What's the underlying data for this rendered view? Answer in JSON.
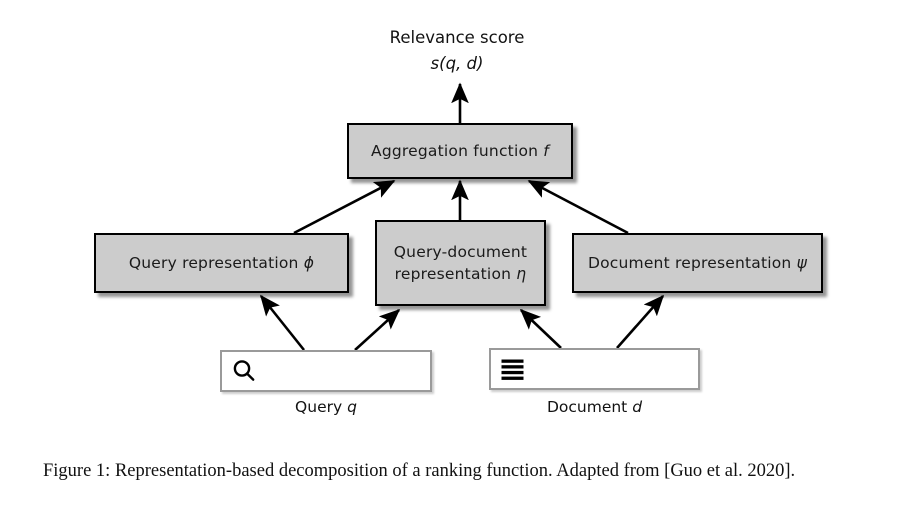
{
  "figure": {
    "caption_label": "Figure 1:",
    "caption_text": "Representation-based decomposition of a ranking function. Adapted from [Guo et al. 2020]."
  },
  "diagram": {
    "type": "flowchart",
    "output": {
      "title": "Relevance score",
      "formula": "s(q, d)"
    },
    "nodes": [
      {
        "id": "aggregation",
        "label": "Aggregation function f",
        "fill": "#cccccc",
        "border": "#000000"
      },
      {
        "id": "query_representation",
        "label": "Query representation ϕ",
        "fill": "#cccccc",
        "border": "#000000"
      },
      {
        "id": "query_document_representation",
        "line1": "Query-document",
        "line2": "representation η",
        "fill": "#cccccc",
        "border": "#000000"
      },
      {
        "id": "document_representation",
        "label": "Document representation ψ",
        "fill": "#cccccc",
        "border": "#000000"
      }
    ],
    "inputs": [
      {
        "id": "query",
        "icon": "search-icon",
        "label": "Query q",
        "fill": "#ffffff",
        "border": "#9a9a9a"
      },
      {
        "id": "document",
        "icon": "document-lines-icon",
        "label": "Document d",
        "fill": "#ffffff",
        "border": "#9a9a9a"
      }
    ],
    "edges": [
      {
        "from": "aggregation",
        "to": "relevance_score"
      },
      {
        "from": "query_representation",
        "to": "aggregation"
      },
      {
        "from": "query_document_representation",
        "to": "aggregation"
      },
      {
        "from": "document_representation",
        "to": "aggregation"
      },
      {
        "from": "query",
        "to": "query_representation"
      },
      {
        "from": "query",
        "to": "query_document_representation"
      },
      {
        "from": "document",
        "to": "query_document_representation"
      },
      {
        "from": "document",
        "to": "document_representation"
      }
    ],
    "colors": {
      "node_fill": "#cccccc",
      "node_border": "#000000",
      "input_fill": "#ffffff",
      "input_border": "#9a9a9a",
      "arrow": "#000000",
      "text": "#121212",
      "background": "#ffffff"
    }
  }
}
